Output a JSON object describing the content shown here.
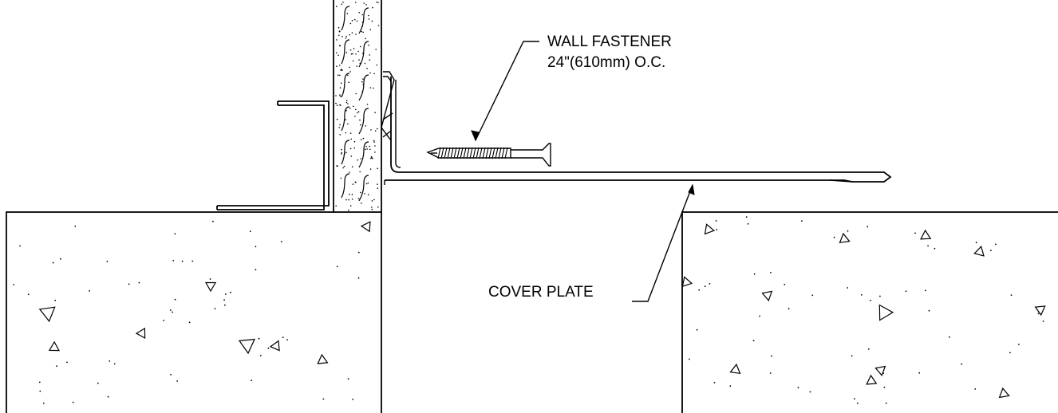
{
  "labels": {
    "fastener_line1": "WALL FASTENER",
    "fastener_line2": "24\"(610mm) O.C.",
    "cover_plate": "COVER PLATE"
  },
  "colors": {
    "line": "#000000",
    "background": "#ffffff"
  }
}
